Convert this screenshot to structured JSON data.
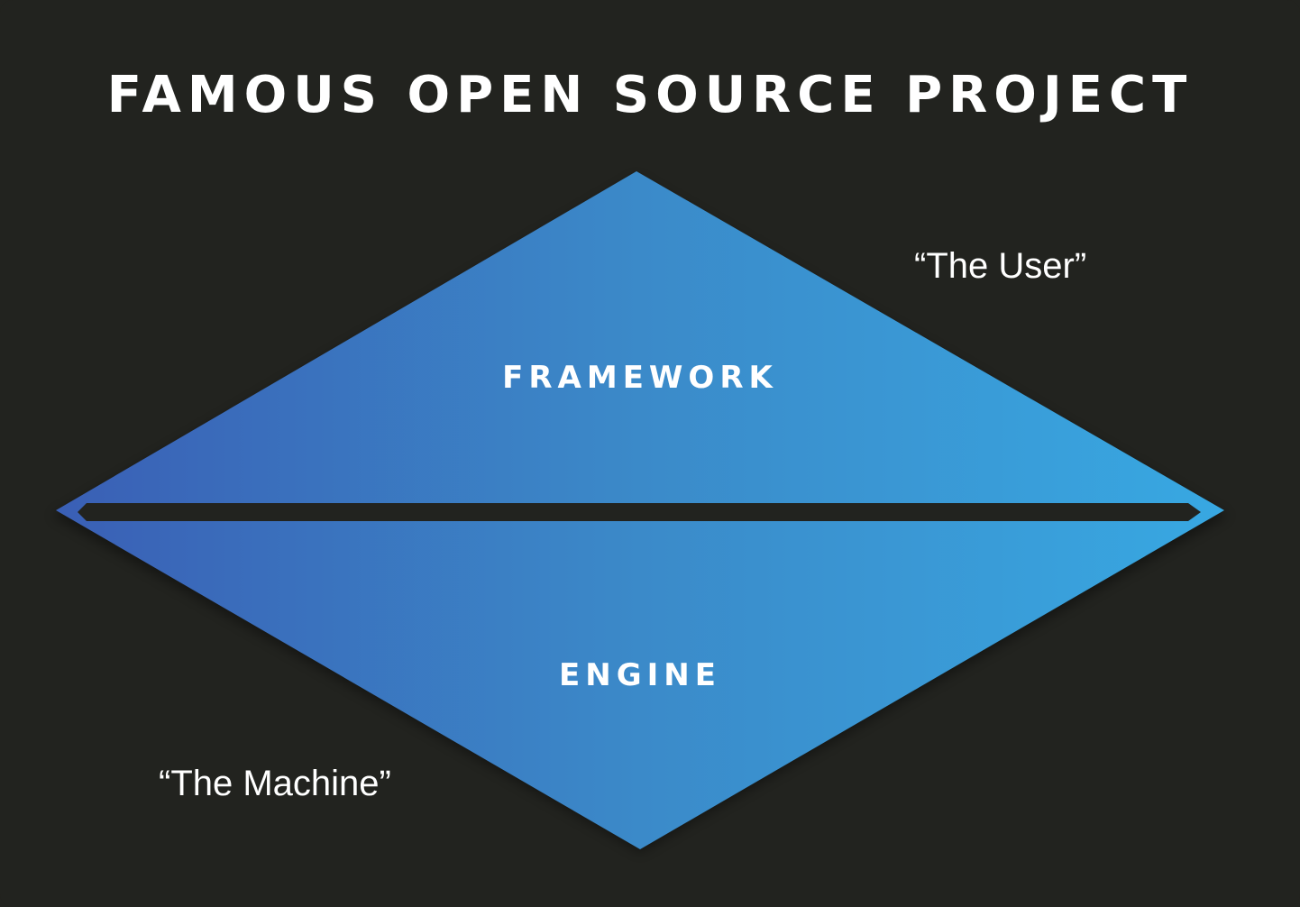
{
  "title": "FAMOUS OPEN SOURCE PROJECT",
  "diagram": {
    "top_section_label": "FRAMEWORK",
    "bottom_section_label": "ENGINE",
    "top_annotation": "“The User”",
    "bottom_annotation": "“The Machine”"
  },
  "colors": {
    "background": "#22231f",
    "gradient_left": "#3a5fb5",
    "gradient_right": "#38a8e2",
    "text": "#ffffff",
    "divider": "#22231f"
  }
}
